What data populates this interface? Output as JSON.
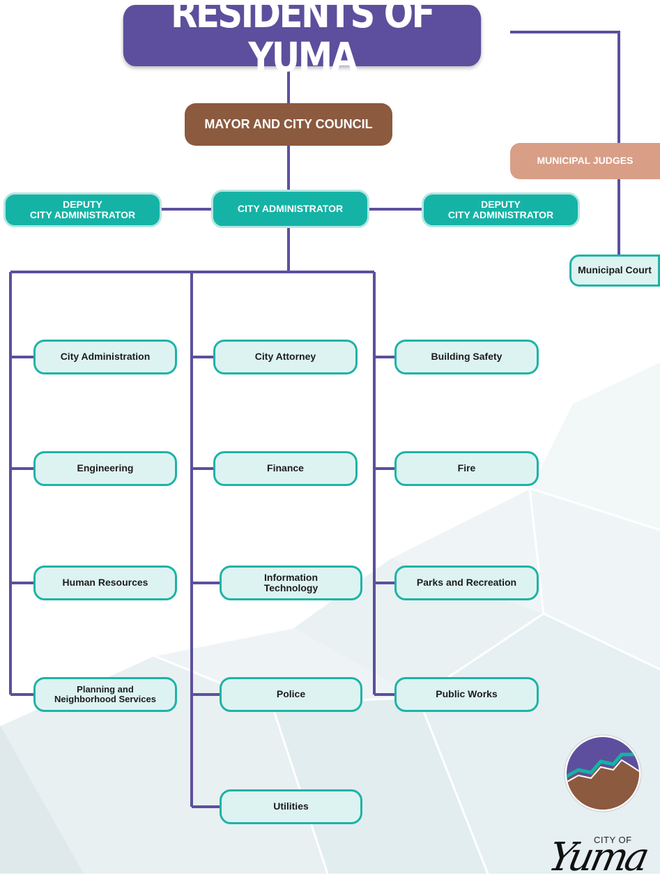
{
  "title": "RESIDENTS OF YUMA",
  "mayor": "MAYOR AND CITY COUNCIL",
  "judges": "MUNICIPAL JUDGES",
  "administrator": "CITY ADMINISTRATOR",
  "deputy_left": "DEPUTY\nCITY ADMINISTRATOR",
  "deputy_right": "DEPUTY\nCITY ADMINISTRATOR",
  "court": "Municipal Court",
  "columns": [
    [
      "City Administration",
      "Engineering",
      "Human Resources",
      "Planning and\nNeighborhood Services"
    ],
    [
      "City Attorney",
      "Finance",
      "Information\nTechnology",
      "Police",
      "Utilities"
    ],
    [
      "Building Safety",
      "Fire",
      "Parks and Recreation",
      "Public Works"
    ]
  ],
  "logo": {
    "city_of": "CITY OF",
    "name": "Yuma"
  },
  "colors": {
    "connector": "#5d4f9d",
    "title_fill": "#5d4f9d",
    "mayor_fill": "#8b5a3f",
    "judges_fill": "#d99e86",
    "admin_fill": "#15b3a6",
    "dept_fill": "#ddf3f1",
    "dept_border": "#1eb3a6"
  }
}
